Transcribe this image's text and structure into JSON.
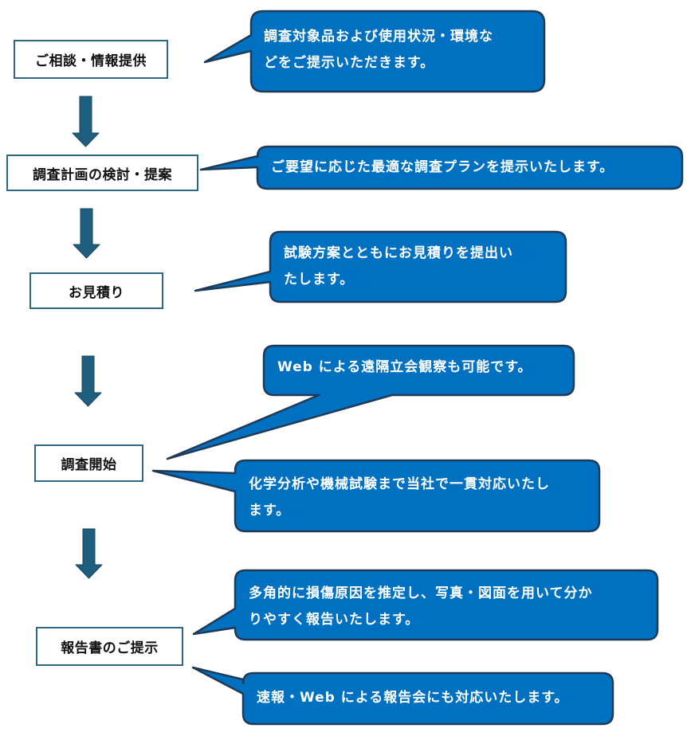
{
  "colors": {
    "callout_fill": "#0070c0",
    "callout_border": "#1f3a56",
    "arrow_fill": "#1e5f80",
    "arrow_border": "#17455e",
    "box_border": "#2e6686"
  },
  "steps": [
    {
      "label": "ご相談・情報提供"
    },
    {
      "label": "調査計画の検討・提案"
    },
    {
      "label": "お見積り"
    },
    {
      "label": "調査開始"
    },
    {
      "label": "報告書のご提示"
    }
  ],
  "callouts": [
    {
      "step": 1,
      "lines": [
        "調査対象品および使用状況・環境な",
        "どをご提示いただきます。"
      ]
    },
    {
      "step": 2,
      "lines": [
        "ご要望に応じた最適な調査プランを提示いたします。"
      ]
    },
    {
      "step": 3,
      "lines": [
        "試験方案とともにお見積りを提出い",
        "たします。"
      ]
    },
    {
      "step": 4,
      "lines": [
        "Web による遠隔立会観察も可能です。"
      ]
    },
    {
      "step": 4,
      "lines": [
        "化学分析や機械試験まで当社で一貫対応いたし",
        "ます。"
      ]
    },
    {
      "step": 5,
      "lines": [
        "多角的に損傷原因を推定し、写真・図面を用いて分か",
        "りやすく報告いたします。"
      ]
    },
    {
      "step": 5,
      "lines": [
        "速報・Web による報告会にも対応いたします。"
      ]
    }
  ],
  "arrows": [
    {
      "icon": "down-arrow-icon"
    },
    {
      "icon": "down-arrow-icon"
    },
    {
      "icon": "down-arrow-icon"
    },
    {
      "icon": "down-arrow-icon"
    }
  ]
}
